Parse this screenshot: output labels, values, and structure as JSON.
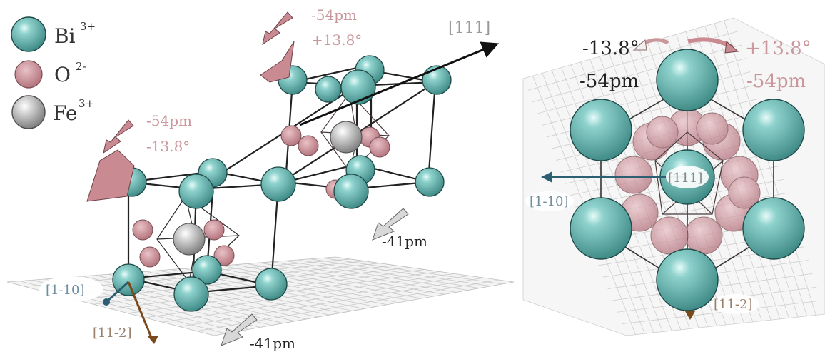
{
  "legend": {
    "bi": {
      "label": "Bi",
      "charge": "3+"
    },
    "o": {
      "label": "O",
      "charge": "2-"
    },
    "fe": {
      "label": "Fe",
      "charge": "3+"
    }
  },
  "left_panel": {
    "axis_111": "[111]",
    "axis_1m10": "[1-10]",
    "axis_11m2": "[11-2]",
    "top_shift": "-54pm",
    "top_rot": "+13.8°",
    "mid_shift": "-54pm",
    "mid_rot": "-13.8°",
    "right_shift": "-41pm",
    "bottom_shift": "-41pm"
  },
  "right_panel": {
    "rot_left": "-13.8°",
    "rot_right": "+13.8°",
    "shift_left": "-54pm",
    "shift_right": "-54pm",
    "axis_111": "[111]",
    "axis_1m10": "[1-10]",
    "axis_11m2": "[11-2]"
  },
  "colors": {
    "bi": "#6fbdb8",
    "o": "#c98a92",
    "fe": "#b8b8b8",
    "pink_text": "#c9979c",
    "axis_blue": "#2d5f73",
    "axis_brown": "#7a4a1c"
  }
}
